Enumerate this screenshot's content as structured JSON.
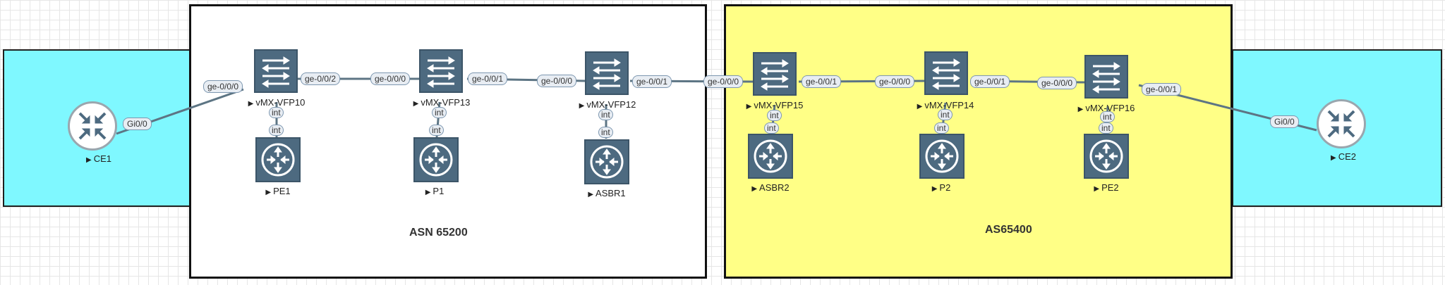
{
  "zones": {
    "asn_left": "ASN 65200",
    "asn_right": "AS65400"
  },
  "nodes": {
    "ce1": "CE1",
    "ce2": "CE2",
    "vfp10": "vMX-VFP10",
    "vfp13": "vMX-VFP13",
    "vfp12": "vMX-VFP12",
    "vfp15": "vMX-VFP15",
    "vfp14": "vMX-VFP14",
    "vfp16": "vMX-VFP16",
    "pe1": "PE1",
    "p1": "P1",
    "asbr1": "ASBR1",
    "asbr2": "ASBR2",
    "p2": "P2",
    "pe2": "PE2"
  },
  "interfaces": {
    "ce1_gi": "Gi0/0",
    "vfp10_ge000": "ge-0/0/0",
    "vfp10_ge002": "ge-0/0/2",
    "vfp13_ge000": "ge-0/0/0",
    "vfp13_ge001": "ge-0/0/1",
    "vfp12_ge000": "ge-0/0/0",
    "vfp12_ge001": "ge-0/0/1",
    "vfp15_ge000": "ge-0/0/0",
    "vfp15_ge001": "ge-0/0/1",
    "vfp14_ge000": "ge-0/0/0",
    "vfp14_ge001": "ge-0/0/1",
    "vfp16_ge000": "ge-0/0/0",
    "vfp16_ge001": "ge-0/0/1",
    "ce2_gi": "Gi0/0",
    "int": "int"
  },
  "icons": {
    "switch": "switch-arrows-icon",
    "router": "router-arrows-icon",
    "ce": "ce-router-icon"
  },
  "colors": {
    "cyan_zone": "#7ff8ff",
    "yellow_zone": "#ffff86",
    "node_fill": "#4d6a80",
    "link": "#5d7584"
  }
}
